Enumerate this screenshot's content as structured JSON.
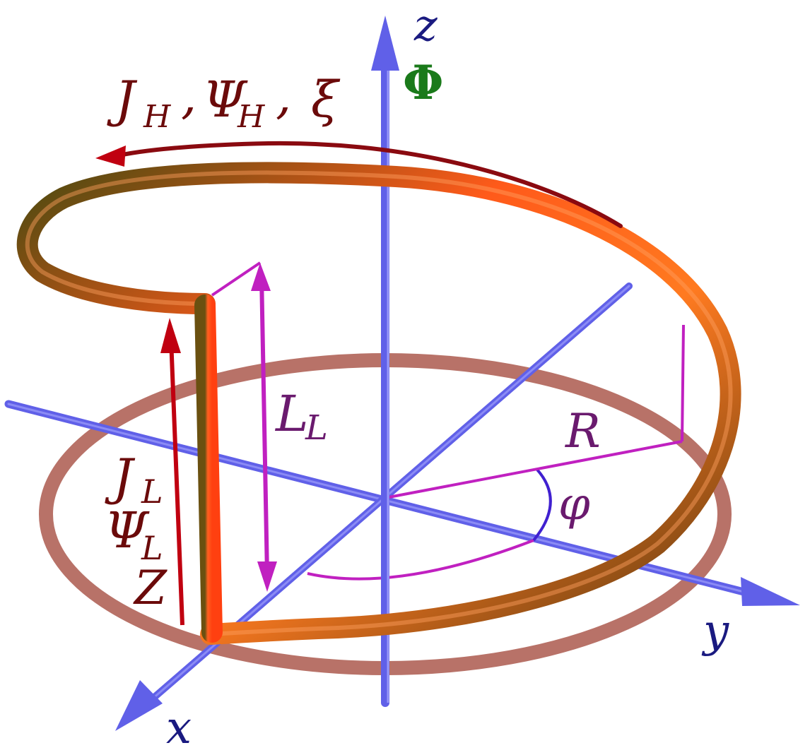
{
  "labels": {
    "z_axis": "z",
    "flux": "Φ",
    "x_axis": "x",
    "y_axis": "y",
    "radius": "R",
    "angle": "φ",
    "helical_J": "J",
    "helical_Psi": "Ψ",
    "helical_xi": "ξ",
    "helical_sub": "H",
    "separator": ",",
    "length_L": "L",
    "length_sub": "L",
    "linear_J": "J",
    "linear_Psi": "Ψ",
    "linear_sub": "L",
    "linear_Z": "Z"
  },
  "colors": {
    "axis": "#6060e8",
    "axis_light": "#a8a8ff",
    "label_dark_red": "#6b0a0a",
    "label_navy": "#1a1a80",
    "label_purple": "#6a1a6e",
    "flux_green": "#1a7a1a",
    "magenta": "#c020c0",
    "shadow_ring": "#b87268",
    "tube_orange": "#ff5a1a",
    "tube_dark": "#5a3a10",
    "arrow_red": "#c00010"
  }
}
